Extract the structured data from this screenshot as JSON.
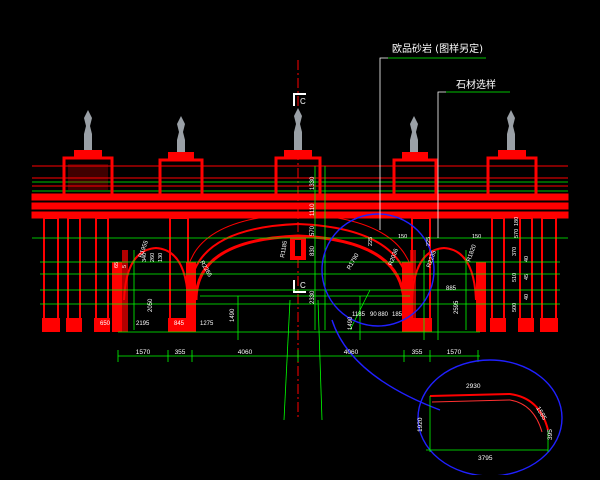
{
  "annotations": {
    "material_top": "欧品砂岩 (图样另定)",
    "material_second": "石材选样"
  },
  "section_marks": {
    "top": "C",
    "bottom": "C"
  },
  "colors": {
    "background": "#000000",
    "structure": "#ff0000",
    "dimension": "#00ff00",
    "leader": "#ffffff",
    "detail_circle": "#0000ff",
    "axis": "#ff0000"
  },
  "dimensions": {
    "bottom_run": [
      "1570",
      "355",
      "4060",
      "4060",
      "355",
      "1570"
    ],
    "left_bay": [
      "650",
      "2195",
      "845",
      "1275",
      "1490",
      "2050"
    ],
    "right_bay": [
      "1185",
      "90",
      "880",
      "185",
      "885",
      "2595"
    ],
    "center_column": [
      "1330",
      "1110",
      "570",
      "830",
      "2330",
      "1490"
    ],
    "arch_radii": [
      "R1955",
      "R2265",
      "R1185",
      "R1790",
      "R2036",
      "R2235",
      "R1820"
    ],
    "small_labels": [
      "225",
      "150",
      "225",
      "150",
      "570",
      "180",
      "510",
      "370",
      "40",
      "45",
      "40",
      "500",
      "340",
      "260",
      "130",
      "65",
      "5"
    ],
    "detail": [
      "2930",
      "1585",
      "1920",
      "395",
      "3795"
    ]
  }
}
